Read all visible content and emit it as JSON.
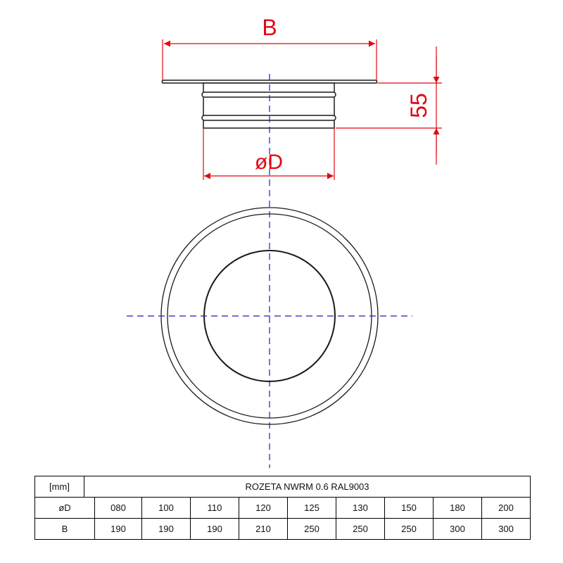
{
  "drawing": {
    "dimension_labels": {
      "width": "B",
      "height": "55",
      "diameter": "øD"
    },
    "colors": {
      "outline": "#1a1a1a",
      "dimension": "#e30613",
      "centerline": "#1c1cc8"
    }
  },
  "table": {
    "unit": "[mm]",
    "title": "ROZETA NWRM 0.6 RAL9003",
    "rows": [
      {
        "label": "øD",
        "values": [
          "080",
          "100",
          "110",
          "120",
          "125",
          "130",
          "150",
          "180",
          "200"
        ]
      },
      {
        "label": "B",
        "values": [
          "190",
          "190",
          "190",
          "210",
          "250",
          "250",
          "250",
          "300",
          "300"
        ]
      }
    ]
  }
}
